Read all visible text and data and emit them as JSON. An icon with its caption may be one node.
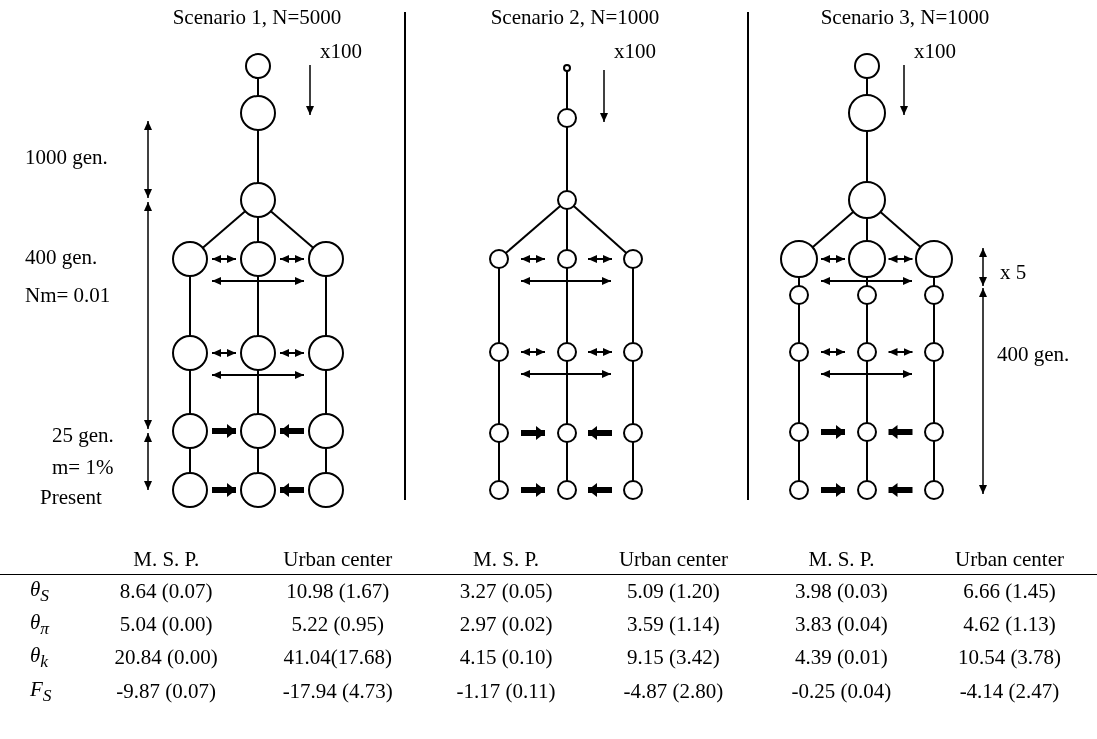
{
  "diagram": {
    "nodes": [
      {
        "text": [],
        "shape": "circle"
      },
      {
        "text": [],
        "shape": "circle"
      },
      {
        "text": [],
        "shape": "circle"
      },
      {
        "text": [],
        "shape": "circle"
      },
      {
        "text": [],
        "shape": "circle"
      },
      {
        "text": [],
        "shape": "circle"
      },
      {
        "text": [],
        "shape": "circle"
      },
      {
        "text": [],
        "shape": "circle"
      },
      {
        "text": [],
        "shape": "circle"
      },
      {
        "text": [],
        "shape": "circle"
      },
      {
        "text": [],
        "shape": "circle"
      },
      {
        "text": [],
        "shape": "circle"
      },
      {
        "text": [],
        "shape": "circle"
      },
      {
        "text": [],
        "shape": "circle"
      },
      {
        "text": [],
        "shape": "circle"
      },
      {
        "text": [],
        "shape": "circle"
      },
      {
        "text": [],
        "shape": "circle"
      },
      {
        "text": [],
        "shape": "circle"
      },
      {
        "text": [],
        "shape": "circle"
      },
      {
        "text": [],
        "shape": "circle"
      },
      {
        "text": [],
        "shape": "circle"
      },
      {
        "text": [],
        "shape": "circle"
      },
      {
        "text": [],
        "shape": "circle"
      },
      {
        "text": [],
        "shape": "circle"
      },
      {
        "text": [],
        "shape": "circle"
      },
      {
        "text": [],
        "shape": "circle"
      },
      {
        "text": [],
        "shape": "circle"
      },
      {
        "text": [],
        "shape": "circle"
      },
      {
        "text": [],
        "shape": "circle"
      },
      {
        "text": [],
        "shape": "circle"
      },
      {
        "text": [],
        "shape": "circle"
      },
      {
        "text": [],
        "shape": "circle"
      },
      {
        "text": [],
        "shape": "circle"
      },
      {
        "text": [],
        "shape": "circle"
      },
      {
        "text": [],
        "shape": "circle"
      },
      {
        "text": [],
        "shape": "circle"
      },
      {
        "text": [],
        "shape": "circle"
      },
      {
        "text": [],
        "shape": "circle"
      },
      {
        "text": [],
        "shape": "circle"
      },
      {
        "text": [],
        "shape": "circle"
      },
      {
        "text": [],
        "shape": "circle"
      },
      {
        "text": [],
        "shape": "circle"
      },
      {
        "text": [],
        "shape": "circle"
      },
      {
        "text": [],
        "shape": "circle"
      },
      {
        "text": [],
        "shape": "circle"
      },
      {
        "text": [],
        "shape": "circle"
      },
      {
        "text": [],
        "shape": "circle"
      },
      {
        "text": [],
        "shape": "circle"
      }
    ],
    "edges": [
      {
        "from": 0,
        "to": 1,
        "arrow": "none"
      },
      {
        "from": 1,
        "to": 2,
        "arrow": "none"
      },
      {
        "from": 2,
        "to": 3,
        "arrow": "none"
      },
      {
        "from": 2,
        "to": 4,
        "arrow": "none"
      },
      {
        "from": 2,
        "to": 5,
        "arrow": "none"
      },
      {
        "from": 3,
        "to": 6,
        "arrow": "none"
      },
      {
        "from": 4,
        "to": 7,
        "arrow": "none"
      },
      {
        "from": 5,
        "to": 8,
        "arrow": "none"
      },
      {
        "from": 6,
        "to": 9,
        "arrow": "none"
      },
      {
        "from": 7,
        "to": 10,
        "arrow": "none"
      },
      {
        "from": 8,
        "to": 11,
        "arrow": "none"
      },
      {
        "from": 9,
        "to": 12,
        "arrow": "none"
      },
      {
        "from": 10,
        "to": 13,
        "arrow": "none"
      },
      {
        "from": 11,
        "to": 14,
        "arrow": "none"
      },
      {
        "from": 3,
        "to": 4,
        "arrow": "both"
      },
      {
        "from": 4,
        "to": 5,
        "arrow": "both"
      },
      {
        "from": 3,
        "to": 5,
        "arrow": "both"
      },
      {
        "from": 6,
        "to": 7,
        "arrow": "both"
      },
      {
        "from": 7,
        "to": 8,
        "arrow": "both"
      },
      {
        "from": 6,
        "to": 8,
        "arrow": "both"
      },
      {
        "from": 9,
        "to": 10,
        "arrow": "to",
        "style": "thick"
      },
      {
        "from": 11,
        "to": 10,
        "arrow": "to",
        "style": "thick"
      },
      {
        "from": 12,
        "to": 13,
        "arrow": "to",
        "style": "thick"
      },
      {
        "from": 14,
        "to": 13,
        "arrow": "to",
        "style": "thick"
      },
      {
        "from": 15,
        "to": 16,
        "arrow": "none"
      },
      {
        "from": 16,
        "to": 17,
        "arrow": "none"
      },
      {
        "from": 17,
        "to": 18,
        "arrow": "none"
      },
      {
        "from": 17,
        "to": 19,
        "arrow": "none"
      },
      {
        "from": 17,
        "to": 20,
        "arrow": "none"
      },
      {
        "from": 18,
        "to": 21,
        "arrow": "none"
      },
      {
        "from": 19,
        "to": 22,
        "arrow": "none"
      },
      {
        "from": 20,
        "to": 23,
        "arrow": "none"
      },
      {
        "from": 21,
        "to": 24,
        "arrow": "none"
      },
      {
        "from": 22,
        "to": 25,
        "arrow": "none"
      },
      {
        "from": 23,
        "to": 26,
        "arrow": "none"
      },
      {
        "from": 24,
        "to": 27,
        "arrow": "none"
      },
      {
        "from": 25,
        "to": 28,
        "arrow": "none"
      },
      {
        "from": 26,
        "to": 29,
        "arrow": "none"
      },
      {
        "from": 18,
        "to": 19,
        "arrow": "both"
      },
      {
        "from": 19,
        "to": 20,
        "arrow": "both"
      },
      {
        "from": 18,
        "to": 20,
        "arrow": "both"
      },
      {
        "from": 21,
        "to": 22,
        "arrow": "both"
      },
      {
        "from": 22,
        "to": 23,
        "arrow": "both"
      },
      {
        "from": 21,
        "to": 23,
        "arrow": "both"
      },
      {
        "from": 24,
        "to": 25,
        "arrow": "to",
        "style": "thick"
      },
      {
        "from": 26,
        "to": 25,
        "arrow": "to",
        "style": "thick"
      },
      {
        "from": 27,
        "to": 28,
        "arrow": "to",
        "style": "thick"
      },
      {
        "from": 29,
        "to": 28,
        "arrow": "to",
        "style": "thick"
      },
      {
        "from": 30,
        "to": 31,
        "arrow": "none"
      },
      {
        "from": 31,
        "to": 32,
        "arrow": "none"
      },
      {
        "from": 32,
        "to": 33,
        "arrow": "none"
      },
      {
        "from": 32,
        "to": 34,
        "arrow": "none"
      },
      {
        "from": 32,
        "to": 35,
        "arrow": "none"
      },
      {
        "from": 33,
        "to": 36,
        "arrow": "none"
      },
      {
        "from": 34,
        "to": 37,
        "arrow": "none"
      },
      {
        "from": 35,
        "to": 38,
        "arrow": "none"
      },
      {
        "from": 36,
        "to": 39,
        "arrow": "none"
      },
      {
        "from": 37,
        "to": 40,
        "arrow": "none"
      },
      {
        "from": 38,
        "to": 41,
        "arrow": "none"
      },
      {
        "from": 39,
        "to": 42,
        "arrow": "none"
      },
      {
        "from": 40,
        "to": 43,
        "arrow": "none"
      },
      {
        "from": 41,
        "to": 44,
        "arrow": "none"
      },
      {
        "from": 42,
        "to": 45,
        "arrow": "none"
      },
      {
        "from": 43,
        "to": 46,
        "arrow": "none"
      },
      {
        "from": 44,
        "to": 47,
        "arrow": "none"
      },
      {
        "from": 33,
        "to": 34,
        "arrow": "both"
      },
      {
        "from": 34,
        "to": 35,
        "arrow": "both"
      },
      {
        "from": 33,
        "to": 35,
        "arrow": "both"
      },
      {
        "from": 39,
        "to": 40,
        "arrow": "both"
      },
      {
        "from": 40,
        "to": 41,
        "arrow": "both"
      },
      {
        "from": 39,
        "to": 41,
        "arrow": "both"
      },
      {
        "from": 42,
        "to": 43,
        "arrow": "to",
        "style": "thick"
      },
      {
        "from": 44,
        "to": 43,
        "arrow": "to",
        "style": "thick"
      },
      {
        "from": 45,
        "to": 46,
        "arrow": "to",
        "style": "thick"
      },
      {
        "from": 47,
        "to": 46,
        "arrow": "to",
        "style": "thick"
      }
    ],
    "labels": [
      "Scenario 1, N=5000",
      "x100",
      "1000 gen.",
      "400 gen.",
      "Nm= 0.01",
      "25 gen.",
      "m= 1%",
      "Present",
      "Scenario 2, N=1000",
      "x100",
      "Scenario 3, N=1000",
      "x100",
      "x 5",
      "400 gen.",
      "M. S. P.",
      "Urban center",
      "M. S. P.",
      "Urban center",
      "M. S. P.",
      "Urban center",
      "θ$_{S}$",
      "8.64 (0.07)",
      "10.98 (1.67)",
      "3.27 (0.05)",
      "5.09 (1.20)",
      "3.98 (0.03)",
      "6.66 (1.45)",
      "θ$_{π}$",
      "5.04 (0.00)",
      "5.22 (0.95)",
      "2.97 (0.02)",
      "3.59 (1.14)",
      "3.83 (0.04)",
      "4.62 (1.13)",
      "θ$_{k}$",
      "20.84 (0.00)",
      "41.04(17.68)",
      "4.15 (0.10)",
      "9.15 (3.42)",
      "4.39 (0.01)",
      "10.54 (3.78)",
      "F$_{S}$",
      "-9.87 (0.07)",
      "-17.94 (4.73)",
      "-1.17 (0.11)",
      "-4.87 (2.80)",
      "-0.25 (0.04)",
      "-4.14 (2.47)"
    ]
  }
}
